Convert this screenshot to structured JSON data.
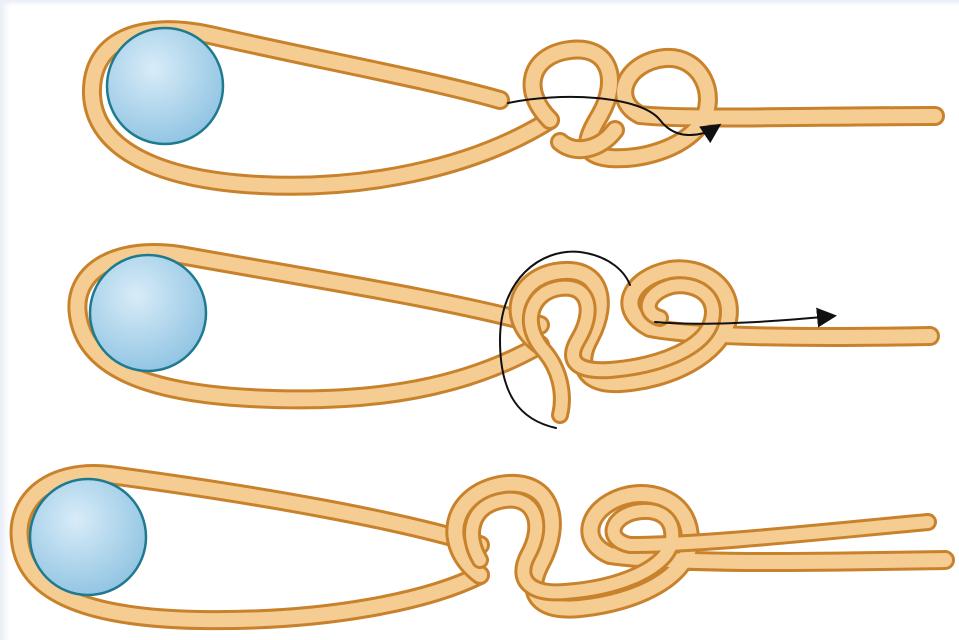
{
  "diagram": {
    "steps": [
      {
        "name": "step-1",
        "arrow": true,
        "circle_guide": false,
        "tail": false
      },
      {
        "name": "step-2",
        "arrow": true,
        "circle_guide": true,
        "tail": false
      },
      {
        "name": "step-3",
        "arrow": false,
        "circle_guide": false,
        "tail": true
      }
    ],
    "colors": {
      "rope_fill": "#f5cc92",
      "rope_outline": "#c9822c",
      "ring_light": "#d8ecf8",
      "ring_dark": "#8fc3e2",
      "ring_outline": "#1e7a8f",
      "guide_line": "#111111",
      "background": "#ffffff"
    },
    "icons": [
      "ring-icon",
      "rope-icon",
      "arrow-icon"
    ]
  }
}
